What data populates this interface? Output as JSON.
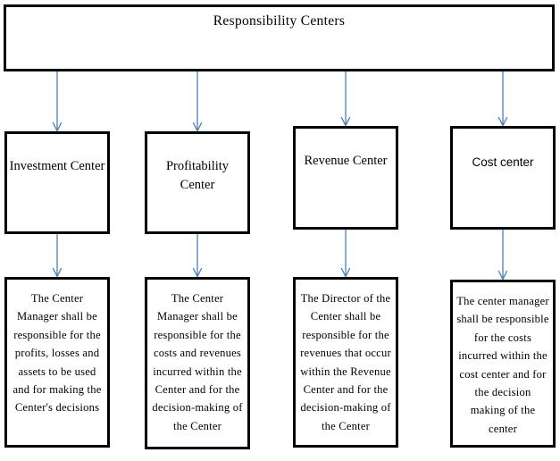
{
  "diagram": {
    "title": "Responsibility Centers",
    "accent_color": "#4a7fb5",
    "border_color": "#000000",
    "background_color": "#ffffff",
    "categories": [
      {
        "label": "Investment Center"
      },
      {
        "label": "Profitability Center"
      },
      {
        "label": "Revenue Center"
      },
      {
        "label": "Cost center"
      }
    ],
    "descriptions": [
      {
        "text": "The Center Manager shall be responsible for the profits, losses and assets to be used and for making the Center's decisions"
      },
      {
        "text": "The Center Manager shall be responsible for the costs and revenues incurred within the Center and for the decision-making of the Center"
      },
      {
        "text": "The Director of the Center shall be responsible for the revenues that occur within the Revenue Center and for the decision-making of the Center"
      },
      {
        "text": "The center manager shall be responsible for the costs incurred within the cost center and for the decision making of the center"
      }
    ]
  }
}
